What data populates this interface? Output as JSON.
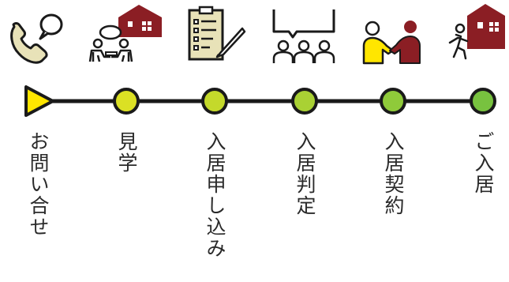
{
  "steps": [
    {
      "label": "お問い合せ",
      "icon": "phone-contact-icon",
      "node_color": "#e6dc1e"
    },
    {
      "label": "見学",
      "icon": "house-visit-icon",
      "node_color": "#dbe024"
    },
    {
      "label": "入居申し込み",
      "icon": "clipboard-application-icon",
      "node_color": "#c4d92b"
    },
    {
      "label": "入居判定",
      "icon": "meeting-judgment-icon",
      "node_color": "#a9d134"
    },
    {
      "label": "入居契約",
      "icon": "handshake-contract-icon",
      "node_color": "#8fca3a"
    },
    {
      "label": "ご入居",
      "icon": "move-in-house-icon",
      "node_color": "#78c23f"
    }
  ],
  "colors": {
    "line": "#1a1a1a",
    "house": "#8b1e24",
    "start_arrow": "#ffe600",
    "text": "#2a2a2a"
  }
}
